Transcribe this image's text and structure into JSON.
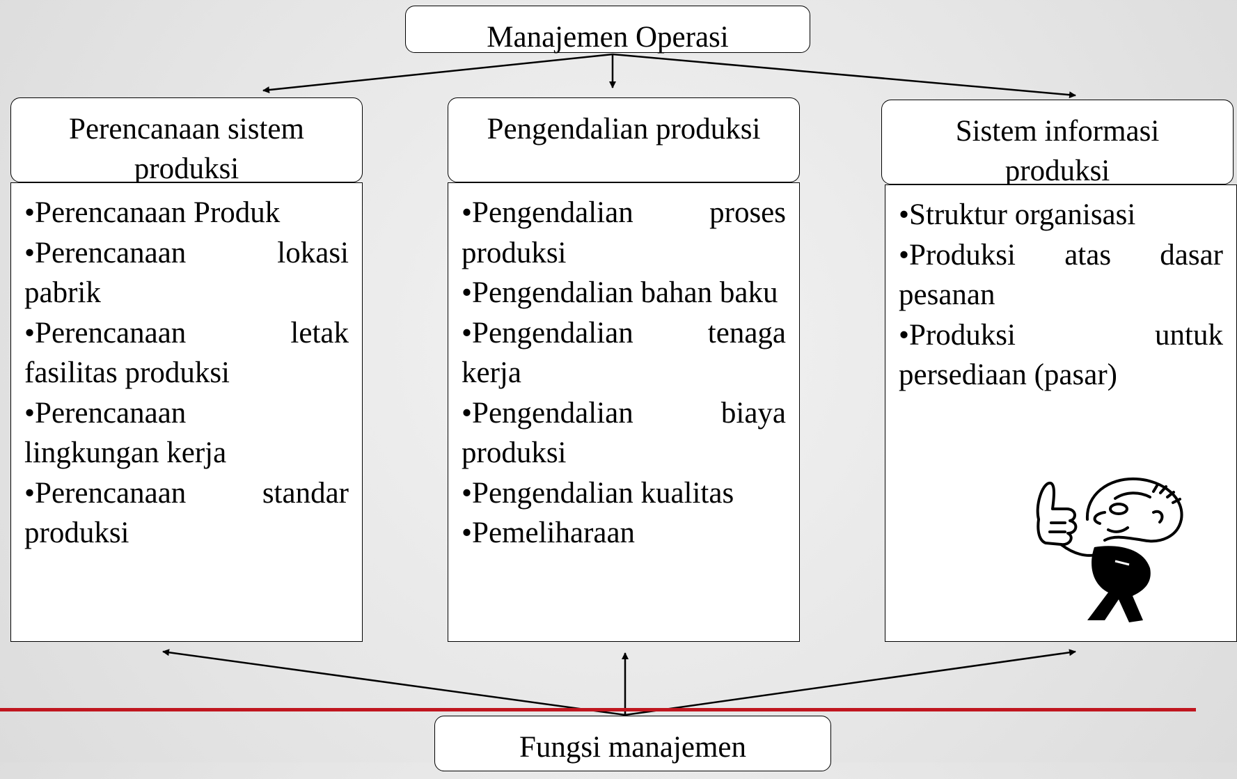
{
  "top": {
    "label": "Manajemen Operasi"
  },
  "bottom": {
    "label": "Fungsi manajemen"
  },
  "columns": [
    {
      "title": "Perencanaan sistem produksi",
      "items": [
        "•Perencanaan Produk",
        "•Perencanaan lokasi pabrik",
        "•Perencanaan letak fasilitas produksi",
        "•Perencanaan lingkungan kerja",
        "•Perencanaan standar produksi"
      ]
    },
    {
      "title": "Pengendalian produksi",
      "items": [
        "•Pengendalian proses produksi",
        "•Pengendalian bahan baku",
        "•Pengendalian tenaga kerja",
        "•Pengendalian biaya produksi",
        "•Pengendalian kualitas",
        "•Pemeliharaan"
      ]
    },
    {
      "title": "Sistem informasi produksi",
      "items": [
        "•Struktur organisasi",
        "•Produksi atas dasar pesanan",
        "•Produksi untuk persediaan (pasar)"
      ]
    }
  ],
  "colors": {
    "accent_line": "#c0161f",
    "box_border": "#000000"
  }
}
